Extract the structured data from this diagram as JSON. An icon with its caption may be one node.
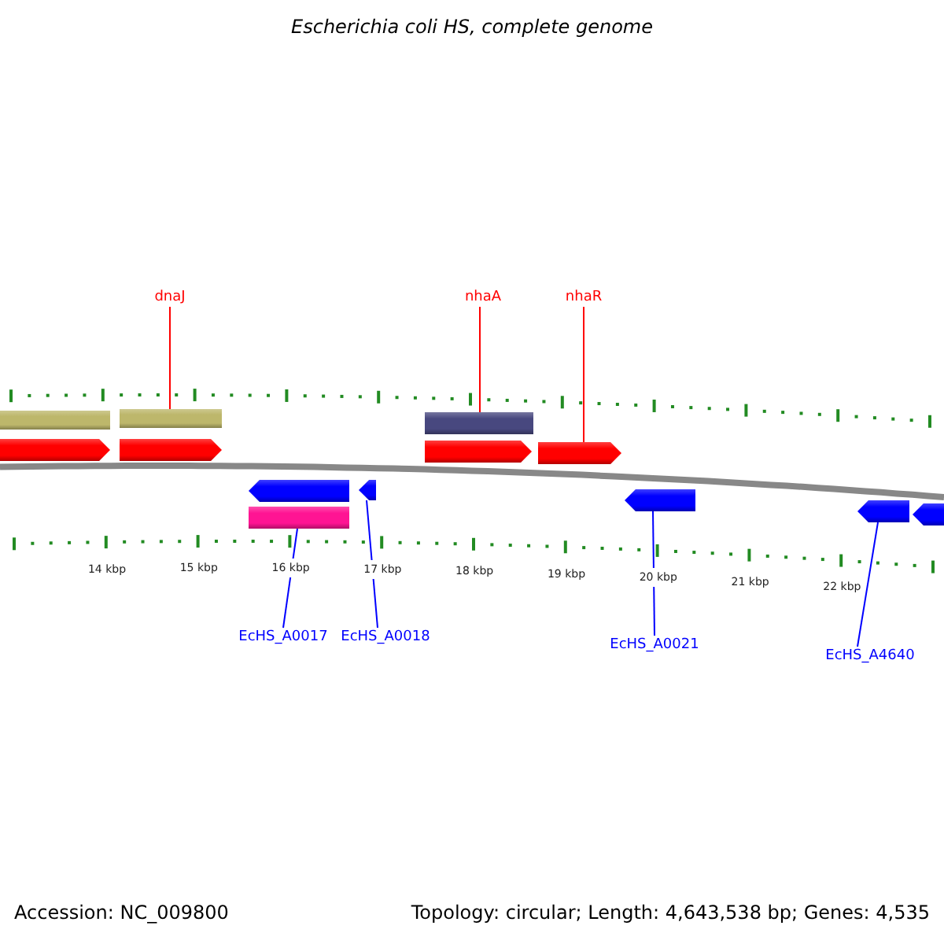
{
  "diagram": {
    "title": "Escherichia coli HS, complete genome",
    "nodes": [
      {
        "text": [
          "dnaJ"
        ]
      },
      {
        "text": [
          "nhaA"
        ]
      },
      {
        "text": [
          "nhaR"
        ]
      },
      {
        "text": [],
        "shape": "bar"
      },
      {
        "text": [],
        "shape": "bar"
      },
      {
        "text": [],
        "shape": "bar"
      },
      {
        "text": [],
        "shape": "arrow"
      },
      {
        "text": [],
        "shape": "arrow"
      },
      {
        "text": [],
        "shape": "arrow"
      },
      {
        "text": [],
        "shape": "arrow"
      },
      {
        "text": [],
        "shape": "arrow"
      },
      {
        "text": [],
        "shape": "arrow"
      },
      {
        "text": [],
        "shape": "arrow"
      },
      {
        "text": [],
        "shape": "arrow"
      },
      {
        "text": [],
        "shape": "arrow"
      },
      {
        "text": [],
        "shape": "bar"
      },
      {
        "text": [
          "EcHS_A0017"
        ]
      },
      {
        "text": [
          "EcHS_A0018"
        ]
      },
      {
        "text": [
          "EcHS_A0021"
        ]
      },
      {
        "text": [
          "EcHS_A4640"
        ]
      }
    ],
    "edges": [
      {
        "from": 0,
        "to": 4,
        "arrow": "none",
        "color": "#ff0000"
      },
      {
        "from": 1,
        "to": 5,
        "arrow": "none",
        "color": "#ff0000"
      },
      {
        "from": 2,
        "to": 9,
        "arrow": "none",
        "color": "#ff0000"
      },
      {
        "from": 16,
        "to": 15,
        "arrow": "none"
      },
      {
        "from": 17,
        "to": 11,
        "arrow": "none"
      },
      {
        "from": 18,
        "to": 12,
        "arrow": "none"
      },
      {
        "from": 19,
        "to": 13,
        "arrow": "none"
      }
    ],
    "labels": [
      "14 kbp",
      "15 kbp",
      "16 kbp",
      "17 kbp",
      "18 kbp",
      "19 kbp",
      "20 kbp",
      "21 kbp",
      "22 kbp",
      "Accession: NC_009800",
      "Topology: circular; Length: 4,643,538 bp; Genes: 4,535"
    ]
  }
}
